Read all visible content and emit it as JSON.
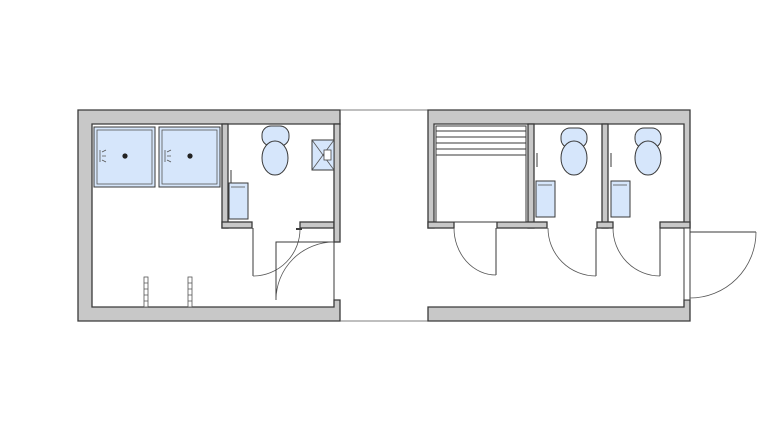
{
  "plan": {
    "kind": "sanitary-container-floor-plan",
    "colors": {
      "wall": "#c8c8c8",
      "outline": "#3a3a3a",
      "fixture": "#d6e6fb",
      "background": "#ffffff"
    },
    "left_unit": {
      "fixtures": [
        "shower-tray",
        "shower-tray",
        "toilet",
        "washbasin",
        "service-sink"
      ],
      "doors": [
        "wc-door",
        "entrance-door"
      ],
      "radiators": 2
    },
    "right_unit": {
      "fixtures": [
        "urinal-trough",
        "toilet",
        "washbasin",
        "toilet",
        "washbasin"
      ],
      "doors": [
        "cubicle-door",
        "cubicle-door",
        "cubicle-door",
        "entrance-door"
      ]
    }
  }
}
